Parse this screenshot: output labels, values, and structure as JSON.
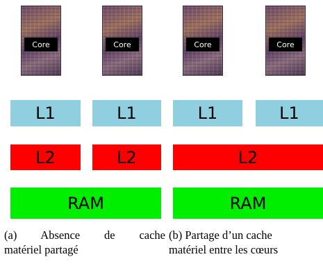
{
  "figure": {
    "cores": [
      {
        "label": "Core"
      },
      {
        "label": "Core"
      },
      {
        "label": "Core"
      },
      {
        "label": "Core"
      }
    ],
    "l1": [
      "L1",
      "L1",
      "L1",
      "L1"
    ],
    "l2": [
      "L2",
      "L2",
      "L2"
    ],
    "ram": [
      "RAM",
      "RAM"
    ],
    "colors": {
      "l1": "#8fcfe0",
      "l2": "#ff0000",
      "ram": "#00ee00",
      "core_label_bg": "#000000"
    },
    "captions": {
      "a": {
        "line1": "(a) Absence de cache",
        "line2": "matériel partagé"
      },
      "b": {
        "line1": "(b) Partage d’un cache",
        "line2": "matériel entre les cœurs"
      }
    }
  }
}
